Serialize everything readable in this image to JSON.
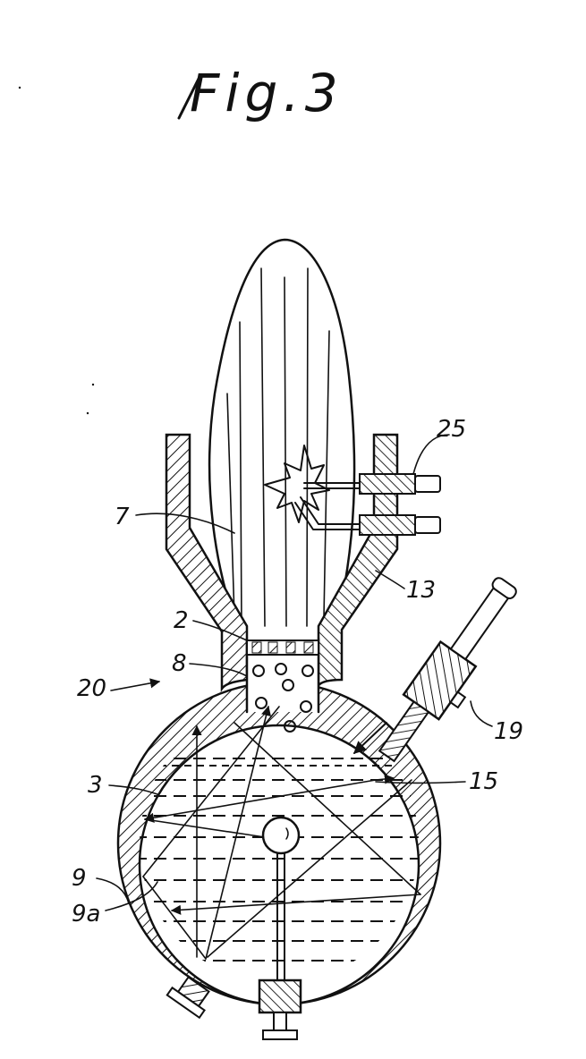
{
  "figure": {
    "title": "Fig.3",
    "labels": {
      "l25": "25",
      "l7": "7",
      "l13": "13",
      "l2": "2",
      "l8": "8",
      "l20": "20",
      "l19": "19",
      "l3": "3",
      "l15": "15",
      "l9": "9",
      "l9a": "9a"
    }
  }
}
